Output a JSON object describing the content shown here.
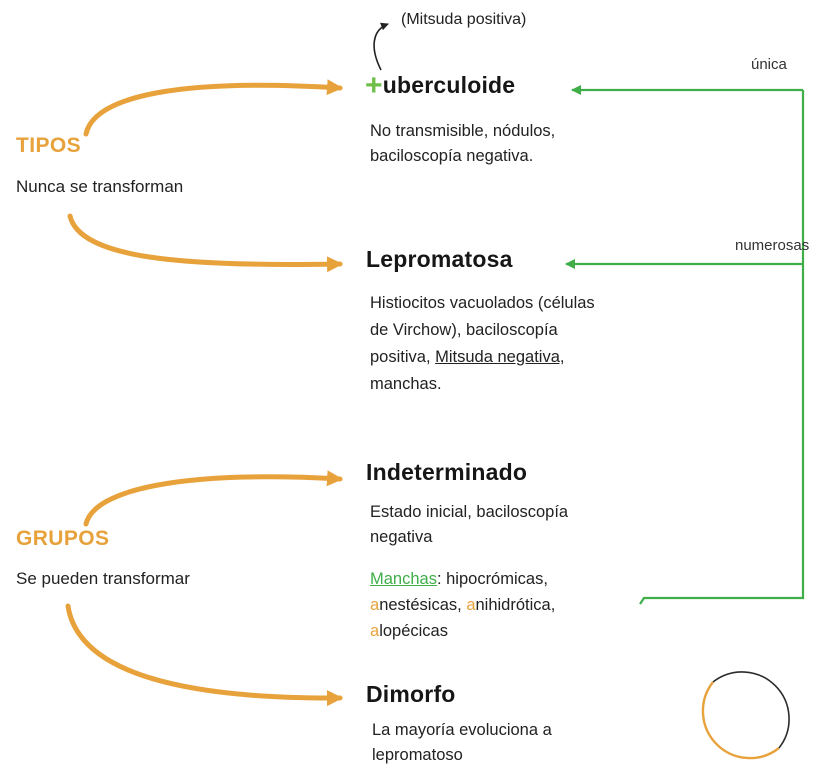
{
  "colors": {
    "orange": "#E8A23C",
    "green": "#3FAE49",
    "plus_green": "#6FBE47",
    "text": "#1E1E1E"
  },
  "annotations": {
    "mitsuda": "(Mitsuda positiva)",
    "unica": "única",
    "numerosas": "numerosas"
  },
  "tipos": {
    "title": "TIPOS",
    "subtitle": "Nunca se transforman",
    "tuberculoide": {
      "plus": "+",
      "title": "uberculoide",
      "line1": "No transmisible, nódulos,",
      "line2": "baciloscopía negativa."
    },
    "lepromatosa": {
      "title": "Lepromatosa",
      "line1": "Histiocitos vacuolados (células",
      "line2": "de Virchow), baciloscopía",
      "line3_pre": "positiva, ",
      "line3_underline": "Mitsuda negativa,",
      "line4": "manchas."
    }
  },
  "grupos": {
    "title": "GRUPOS",
    "subtitle": "Se pueden transformar",
    "indeterminado": {
      "title": "Indeterminado",
      "line1": "Estado inicial, baciloscopía",
      "line2": "negativa"
    },
    "manchas": {
      "label": "Manchas",
      "line1_rest": ": hipocrómicas,",
      "w1_initial": "a",
      "w1_rest": "nestésicas, ",
      "w2_initial": "a",
      "w2_rest": "nihidrótica,",
      "w3_initial": "a",
      "w3_rest": "lopécicas"
    },
    "dimorfo": {
      "title": "Dimorfo",
      "line1": "La mayoría evoluciona a",
      "line2": "lepromatoso"
    }
  }
}
